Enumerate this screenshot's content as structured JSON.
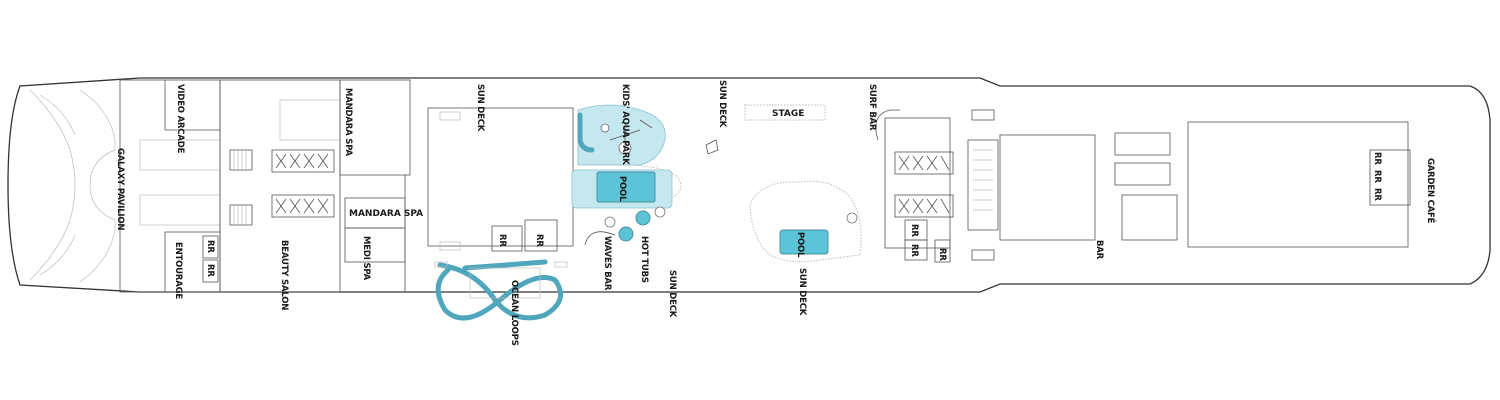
{
  "deck_labels": {
    "video_arcade": "VIDEO ARCADE",
    "galaxy_pavilion": "GALAXY PAVILION",
    "entourage": "ENTOURAGE",
    "rr": "RR",
    "beauty_salon": "BEAUTY SALON",
    "mandara_spa_upper": "MANDARA SPA",
    "mandara_spa_room": "MANDARA SPA",
    "med_spa": "MEDI SPA",
    "sun_deck": "SUN DECK",
    "kids_aqua_park": "KIDS' AQUA PARK",
    "pool": "POOL",
    "hot_tubs": "HOT TUBS",
    "waves_bar": "WAVES BAR",
    "ocean_loops": "OCEAN LOOPS",
    "stage": "STAGE",
    "surf_bar": "SURF BAR",
    "bar": "BAR",
    "garden_cafe": "GARDEN CAFÉ"
  },
  "colors": {
    "pool": "#5cc4d6",
    "aqua_park": "#c5e7f0",
    "slide": "#4fa6bd",
    "wall": "#555555"
  }
}
